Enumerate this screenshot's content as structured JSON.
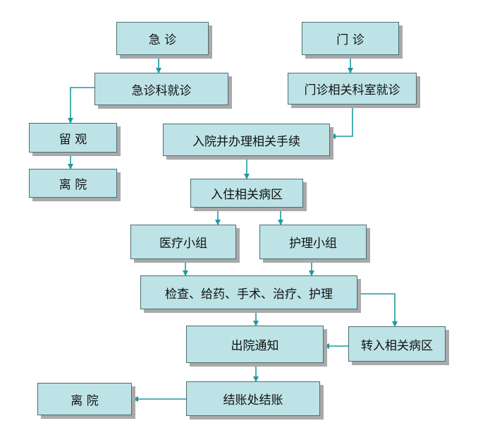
{
  "nodes": {
    "emergency": "急  诊",
    "outpatient": "门  诊",
    "emergency_dept": "急诊科就诊",
    "outpatient_dept": "门诊相关科室就诊",
    "observation": "留  观",
    "discharge_top": "离  院",
    "admission": "入院并办理相关手续",
    "ward": "入住相关病区",
    "medical_team": "医疗小组",
    "nursing_team": "护理小组",
    "treatment": "检查、给药、手术、治疗、护理",
    "discharge_notice": "出院通知",
    "transfer": "转入相关病区",
    "settlement": "结账处结账",
    "discharge_bottom": "离  院"
  },
  "colors": {
    "box_fill": "#bde3e6",
    "box_border": "#4a6d70",
    "arrow": "#1b9aa0",
    "shadow": "#a9a9a9"
  }
}
